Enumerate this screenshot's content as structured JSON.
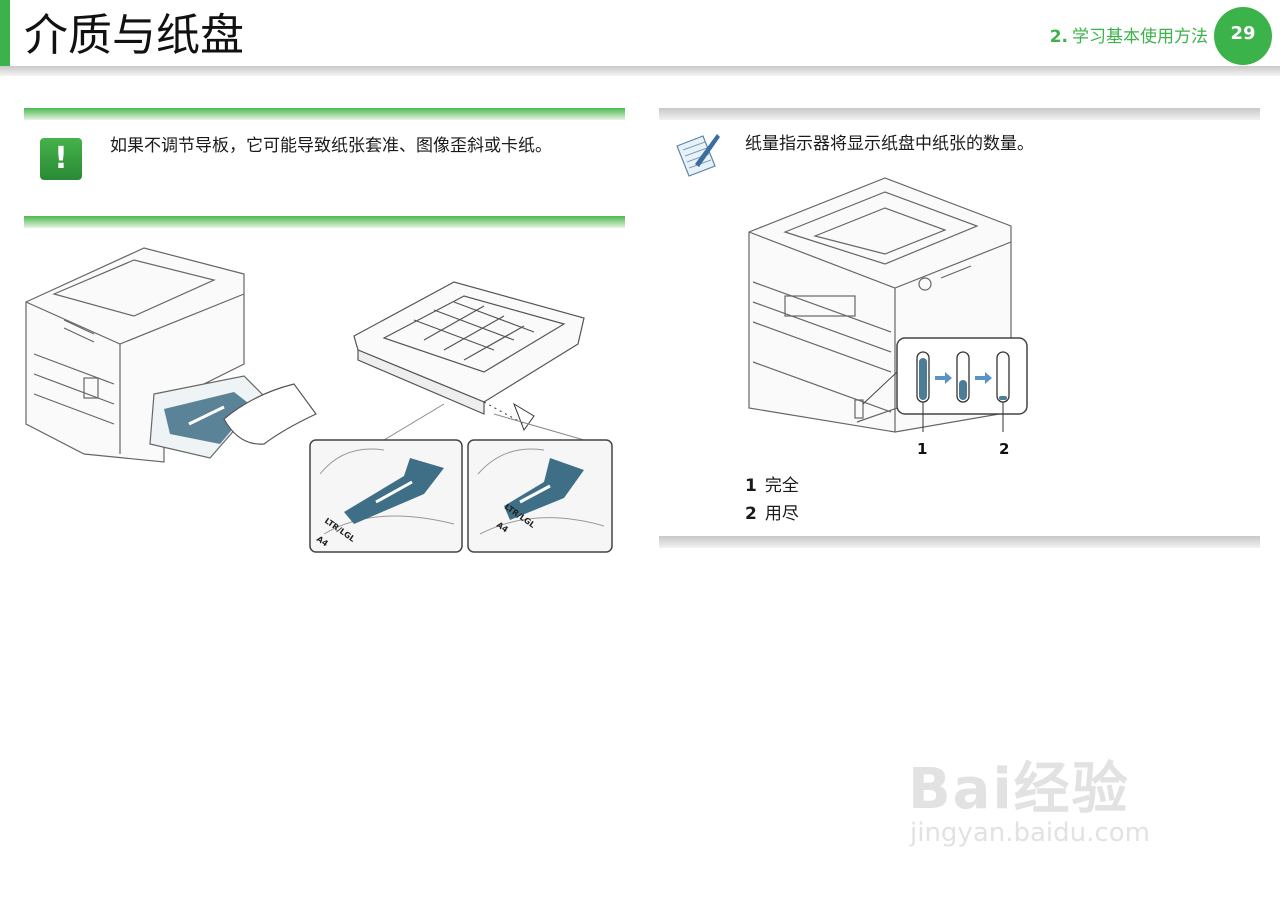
{
  "header": {
    "title": "介质与纸盘",
    "chapter_number": "2.",
    "chapter_title": "学习基本使用方法",
    "page_number": "29"
  },
  "warning": {
    "icon": "exclamation-icon",
    "text": "如果不调节导板，它可能导致纸张套准、图像歪斜或卡纸。"
  },
  "figure_left": {
    "guide_label": "LTR/LGL",
    "size_label": "A4"
  },
  "note": {
    "icon": "note-pen-icon",
    "text": "纸量指示器将显示纸盘中纸张的数量。",
    "callouts": [
      "1",
      "2"
    ],
    "legend": [
      {
        "num": "1",
        "label": "完全"
      },
      {
        "num": "2",
        "label": "用尽"
      }
    ]
  },
  "watermark": {
    "brand": "Bai经验",
    "url": "jingyan.baidu.com"
  },
  "colors": {
    "accent": "#3cb34a",
    "illustration_blue": "#3f6f86"
  }
}
